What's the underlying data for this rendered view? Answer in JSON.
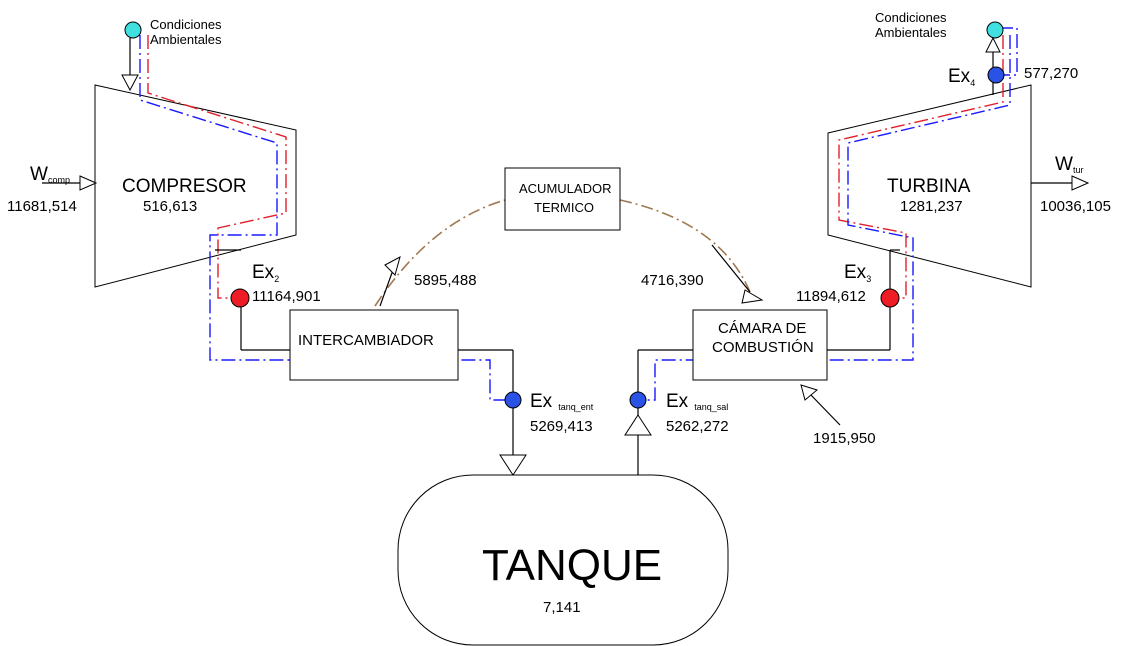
{
  "components": {
    "compressor": {
      "name": "COMPRESOR",
      "value": "516,613"
    },
    "turbine": {
      "name": "TURBINA",
      "value": "1281,237"
    },
    "accumulator": {
      "line1": "ACUMULADOR",
      "line2": "TERMICO"
    },
    "exchanger": {
      "name": "INTERCAMBIADOR"
    },
    "combustion": {
      "line1": "CÁMARA DE",
      "line2": "COMBUSTIÓN"
    },
    "tank": {
      "name": "TANQUE",
      "value": "7,141"
    }
  },
  "ambient": {
    "left": {
      "line1": "Condiciones",
      "line2": "Ambientales"
    },
    "right": {
      "line1": "Condiciones",
      "line2": "Ambientales"
    }
  },
  "work": {
    "comp": {
      "symbol": "W",
      "sub": "comp",
      "value": "11681,514"
    },
    "tur": {
      "symbol": "W",
      "sub": "tur",
      "value": "10036,105"
    }
  },
  "exergy": {
    "ex2": {
      "symbol": "Ex",
      "sub": "2",
      "value": "11164,901"
    },
    "ex3": {
      "symbol": "Ex",
      "sub": "3",
      "value": "11894,612"
    },
    "ex4": {
      "symbol": "Ex",
      "sub": "4",
      "value": "577,270"
    },
    "tanq_ent": {
      "symbol": "Ex",
      "sub": "tanq_ent",
      "value": "5269,413"
    },
    "tanq_sal": {
      "symbol": "Ex",
      "sub": "tanq_sal",
      "value": "5262,272"
    }
  },
  "flows": {
    "to_accumulator": "5895,488",
    "from_accumulator": "4716,390",
    "fuel": "1915,950"
  },
  "colors": {
    "hot_stream": "#e0202a",
    "cold_stream": "#1a1aff",
    "thermal_link": "#a07850",
    "hot_node": "#ee1c24",
    "cold_node": "#2a52e6",
    "ambient_node": "#40e0e0"
  }
}
